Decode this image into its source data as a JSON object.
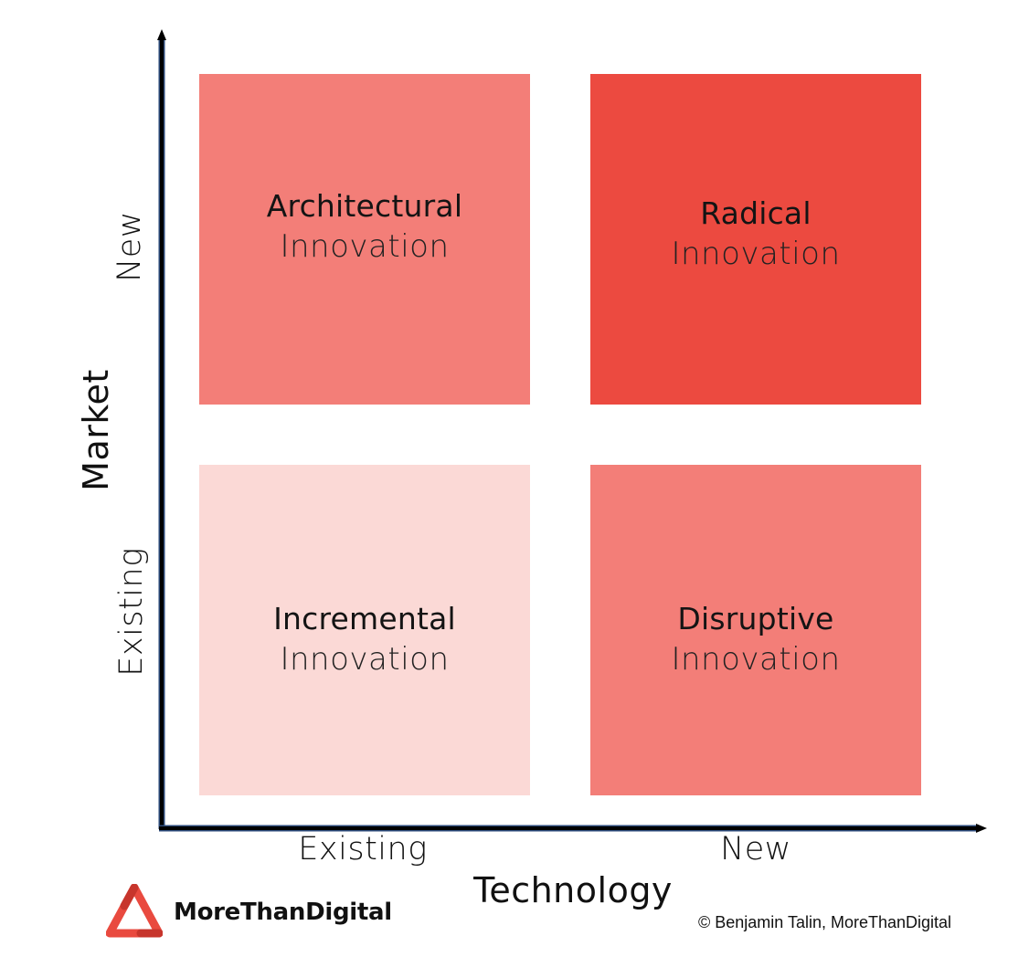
{
  "colors": {
    "architectural": "#f37e78",
    "radical": "#ec4a40",
    "incremental": "#fbd9d6",
    "disruptive": "#f37e78",
    "axis_outer": "#2b4a7a",
    "axis_inner": "#000000",
    "logo_red": "#e94a3f"
  },
  "quadrants": {
    "architectural": {
      "line1": "Architectural",
      "line2": "Innovation"
    },
    "radical": {
      "line1": "Radical",
      "line2": "Innovation"
    },
    "incremental": {
      "line1": "Incremental",
      "line2": "Innovation"
    },
    "disruptive": {
      "line1": "Disruptive",
      "line2": "Innovation"
    }
  },
  "x_axis": {
    "title": "Technology",
    "ticks": [
      "Existing",
      "New"
    ]
  },
  "y_axis": {
    "title": "Market",
    "ticks": [
      "Existing",
      "New"
    ]
  },
  "logo": {
    "icon": "triangle-logo-icon",
    "text": "MoreThanDigital"
  },
  "copyright": "© Benjamin Talin, MoreThanDigital"
}
